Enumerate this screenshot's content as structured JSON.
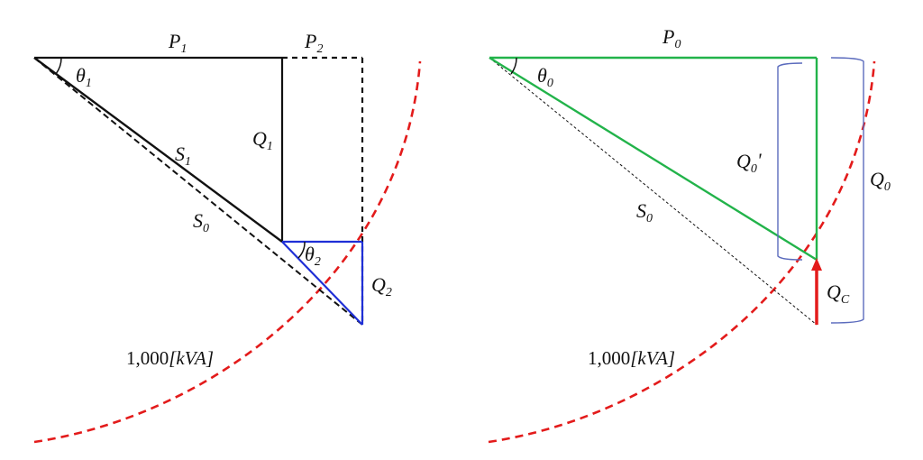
{
  "colors": {
    "black": "#111111",
    "blue": "#1f2fd6",
    "green": "#22b34a",
    "red": "#e31b1b",
    "brace": "#5b6bbd"
  },
  "left": {
    "P1": {
      "main": "P",
      "sub": "1"
    },
    "P2": {
      "main": "P",
      "sub": "2"
    },
    "theta1": {
      "main": "θ",
      "sub": "1"
    },
    "Q1": {
      "main": "Q",
      "sub": "1"
    },
    "S1": {
      "main": "S",
      "sub": "1"
    },
    "S0": {
      "main": "S",
      "sub": "0"
    },
    "theta2": {
      "main": "θ",
      "sub": "2"
    },
    "Q2": {
      "main": "Q",
      "sub": "2"
    },
    "capacity": {
      "num": "1,000",
      "unit": "[kVA]"
    }
  },
  "right": {
    "P0": {
      "main": "P",
      "sub": "0"
    },
    "theta0": {
      "main": "θ",
      "sub": "0"
    },
    "Q0prime": {
      "main": "Q",
      "sub": "0",
      "prime": "'"
    },
    "Q0": {
      "main": "Q",
      "sub": "0"
    },
    "S0": {
      "main": "S",
      "sub": "0"
    },
    "QC": {
      "main": "Q",
      "sub": "C"
    },
    "capacity": {
      "num": "1,000",
      "unit": "[kVA]"
    }
  }
}
